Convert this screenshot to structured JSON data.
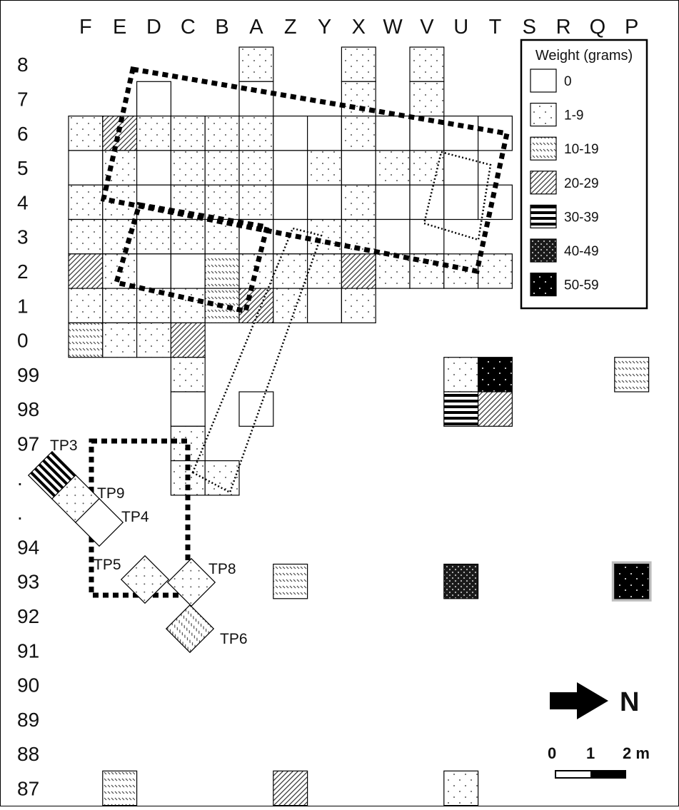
{
  "column_labels": [
    "F",
    "E",
    "D",
    "C",
    "B",
    "A",
    "Z",
    "Y",
    "X",
    "W",
    "V",
    "U",
    "T",
    "S",
    "R",
    "Q",
    "P"
  ],
  "row_labels": [
    "8",
    "7",
    "6",
    "5",
    "4",
    "3",
    "2",
    "1",
    "0",
    "99",
    "98",
    "97",
    ".",
    ".",
    "94",
    "93",
    "92",
    "91",
    "90",
    "89",
    "88",
    "87"
  ],
  "legend": {
    "title": "Weight (grams)",
    "items": [
      {
        "label": "0",
        "pattern": "none"
      },
      {
        "label": "1-9",
        "pattern": "dots"
      },
      {
        "label": "10-19",
        "pattern": "dashes"
      },
      {
        "label": "20-29",
        "pattern": "hatch"
      },
      {
        "label": "30-39",
        "pattern": "stripes"
      },
      {
        "label": "40-49",
        "pattern": "checker"
      },
      {
        "label": "50-59",
        "pattern": "black"
      }
    ]
  },
  "north_label": "N",
  "scale": {
    "labels": [
      "0",
      "1",
      "2 m"
    ]
  },
  "test_pits": [
    "TP3",
    "TP9",
    "TP4",
    "TP5",
    "TP8",
    "TP6"
  ],
  "grid_units": [
    {
      "col": "A",
      "row": "8",
      "pattern": "dots"
    },
    {
      "col": "X",
      "row": "8",
      "pattern": "dots"
    },
    {
      "col": "V",
      "row": "8",
      "pattern": "dots"
    },
    {
      "col": "D",
      "row": "7",
      "pattern": "none"
    },
    {
      "col": "A",
      "row": "7",
      "pattern": "none"
    },
    {
      "col": "X",
      "row": "7",
      "pattern": "dots"
    },
    {
      "col": "V",
      "row": "7",
      "pattern": "dots"
    },
    {
      "col": "F",
      "row": "6",
      "pattern": "dots"
    },
    {
      "col": "E",
      "row": "6",
      "pattern": "hatch"
    },
    {
      "col": "D",
      "row": "6",
      "pattern": "dots"
    },
    {
      "col": "C",
      "row": "6",
      "pattern": "dots"
    },
    {
      "col": "B",
      "row": "6",
      "pattern": "dots"
    },
    {
      "col": "A",
      "row": "6",
      "pattern": "dots"
    },
    {
      "col": "Z",
      "row": "6",
      "pattern": "none"
    },
    {
      "col": "Y",
      "row": "6",
      "pattern": "none"
    },
    {
      "col": "X",
      "row": "6",
      "pattern": "dots"
    },
    {
      "col": "W",
      "row": "6",
      "pattern": "none"
    },
    {
      "col": "V",
      "row": "6",
      "pattern": "none"
    },
    {
      "col": "U",
      "row": "6",
      "pattern": "none"
    },
    {
      "col": "T",
      "row": "6",
      "pattern": "none"
    },
    {
      "col": "F",
      "row": "5",
      "pattern": "none"
    },
    {
      "col": "E",
      "row": "5",
      "pattern": "dots"
    },
    {
      "col": "D",
      "row": "5",
      "pattern": "none"
    },
    {
      "col": "C",
      "row": "5",
      "pattern": "dots"
    },
    {
      "col": "B",
      "row": "5",
      "pattern": "dots"
    },
    {
      "col": "A",
      "row": "5",
      "pattern": "dots"
    },
    {
      "col": "Z",
      "row": "5",
      "pattern": "none"
    },
    {
      "col": "Y",
      "row": "5",
      "pattern": "dots"
    },
    {
      "col": "X",
      "row": "5",
      "pattern": "none"
    },
    {
      "col": "W",
      "row": "5",
      "pattern": "dots"
    },
    {
      "col": "V",
      "row": "5",
      "pattern": "dots"
    },
    {
      "col": "U",
      "row": "5",
      "pattern": "none"
    },
    {
      "col": "F",
      "row": "4",
      "pattern": "dots"
    },
    {
      "col": "E",
      "row": "4",
      "pattern": "dots"
    },
    {
      "col": "D",
      "row": "4",
      "pattern": "none"
    },
    {
      "col": "C",
      "row": "4",
      "pattern": "dots"
    },
    {
      "col": "B",
      "row": "4",
      "pattern": "dots"
    },
    {
      "col": "A",
      "row": "4",
      "pattern": "dots"
    },
    {
      "col": "Z",
      "row": "4",
      "pattern": "none"
    },
    {
      "col": "Y",
      "row": "4",
      "pattern": "none"
    },
    {
      "col": "X",
      "row": "4",
      "pattern": "dots"
    },
    {
      "col": "W",
      "row": "4",
      "pattern": "none"
    },
    {
      "col": "V",
      "row": "4",
      "pattern": "none"
    },
    {
      "col": "U",
      "row": "4",
      "pattern": "none"
    },
    {
      "col": "T",
      "row": "4",
      "pattern": "none"
    },
    {
      "col": "F",
      "row": "3",
      "pattern": "dots"
    },
    {
      "col": "E",
      "row": "3",
      "pattern": "dots"
    },
    {
      "col": "D",
      "row": "3",
      "pattern": "dots"
    },
    {
      "col": "C",
      "row": "3",
      "pattern": "dots"
    },
    {
      "col": "B",
      "row": "3",
      "pattern": "dots"
    },
    {
      "col": "A",
      "row": "3",
      "pattern": "none"
    },
    {
      "col": "Z",
      "row": "3",
      "pattern": "none"
    },
    {
      "col": "Y",
      "row": "3",
      "pattern": "dots"
    },
    {
      "col": "X",
      "row": "3",
      "pattern": "dots"
    },
    {
      "col": "W",
      "row": "3",
      "pattern": "none"
    },
    {
      "col": "V",
      "row": "3",
      "pattern": "none"
    },
    {
      "col": "F",
      "row": "2",
      "pattern": "hatch"
    },
    {
      "col": "E",
      "row": "2",
      "pattern": "dots"
    },
    {
      "col": "D",
      "row": "2",
      "pattern": "none"
    },
    {
      "col": "C",
      "row": "2",
      "pattern": "none"
    },
    {
      "col": "B",
      "row": "2",
      "pattern": "dashes"
    },
    {
      "col": "A",
      "row": "2",
      "pattern": "dots"
    },
    {
      "col": "Z",
      "row": "2",
      "pattern": "dots"
    },
    {
      "col": "Y",
      "row": "2",
      "pattern": "dots"
    },
    {
      "col": "X",
      "row": "2",
      "pattern": "hatch"
    },
    {
      "col": "W",
      "row": "2",
      "pattern": "dots"
    },
    {
      "col": "V",
      "row": "2",
      "pattern": "dots"
    },
    {
      "col": "U",
      "row": "2",
      "pattern": "dots"
    },
    {
      "col": "T",
      "row": "2",
      "pattern": "dots"
    },
    {
      "col": "F",
      "row": "1",
      "pattern": "dots"
    },
    {
      "col": "E",
      "row": "1",
      "pattern": "dots"
    },
    {
      "col": "D",
      "row": "1",
      "pattern": "dots"
    },
    {
      "col": "C",
      "row": "1",
      "pattern": "dots"
    },
    {
      "col": "B",
      "row": "1",
      "pattern": "dashes"
    },
    {
      "col": "A",
      "row": "1",
      "pattern": "hatch"
    },
    {
      "col": "Z",
      "row": "1",
      "pattern": "dots"
    },
    {
      "col": "Y",
      "row": "1",
      "pattern": "none"
    },
    {
      "col": "X",
      "row": "1",
      "pattern": "dots"
    },
    {
      "col": "F",
      "row": "0",
      "pattern": "dashes"
    },
    {
      "col": "E",
      "row": "0",
      "pattern": "dots"
    },
    {
      "col": "D",
      "row": "0",
      "pattern": "dots"
    },
    {
      "col": "C",
      "row": "0",
      "pattern": "hatch"
    },
    {
      "col": "C",
      "row": "99",
      "pattern": "dots"
    },
    {
      "col": "C",
      "row": "98",
      "pattern": "none"
    },
    {
      "col": "A",
      "row": "98",
      "pattern": "none"
    },
    {
      "col": "C",
      "row": "97",
      "pattern": "dots"
    },
    {
      "col": "C",
      "row": "96",
      "pattern": "dots"
    },
    {
      "col": "B",
      "row": "96",
      "pattern": "dots"
    },
    {
      "col": "U",
      "row": "99",
      "pattern": "dots"
    },
    {
      "col": "T",
      "row": "99",
      "pattern": "black"
    },
    {
      "col": "U",
      "row": "98",
      "pattern": "stripes"
    },
    {
      "col": "T",
      "row": "98",
      "pattern": "hatch"
    },
    {
      "col": "P",
      "row": "99",
      "pattern": "dashes"
    },
    {
      "col": "Z",
      "row": "93",
      "pattern": "dashes"
    },
    {
      "col": "U",
      "row": "93",
      "pattern": "checker"
    },
    {
      "col": "P",
      "row": "93",
      "pattern": "black",
      "highlight": true
    },
    {
      "col": "E",
      "row": "87",
      "pattern": "dashes"
    },
    {
      "col": "Z",
      "row": "87",
      "pattern": "hatch"
    },
    {
      "col": "U",
      "row": "87",
      "pattern": "dots"
    }
  ]
}
